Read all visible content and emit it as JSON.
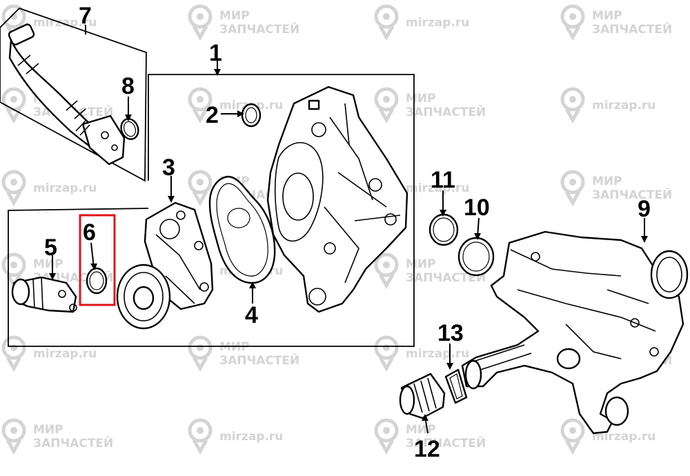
{
  "watermark": {
    "brand_line1": "МИР",
    "brand_line2": "ЗАПЧАСТЕЙ",
    "site": "mirzap.ru"
  },
  "callouts": {
    "c1": "1",
    "c2": "2",
    "c3": "3",
    "c4": "4",
    "c5": "5",
    "c6": "6",
    "c7": "7",
    "c8": "8",
    "c9": "9",
    "c10": "10",
    "c11": "11",
    "c12": "12",
    "c13": "13"
  },
  "highlight": {
    "callout": "6",
    "color": "#e0141c"
  },
  "colors": {
    "line": "#000000",
    "watermark": "#d4d4d4",
    "background": "#ffffff"
  }
}
